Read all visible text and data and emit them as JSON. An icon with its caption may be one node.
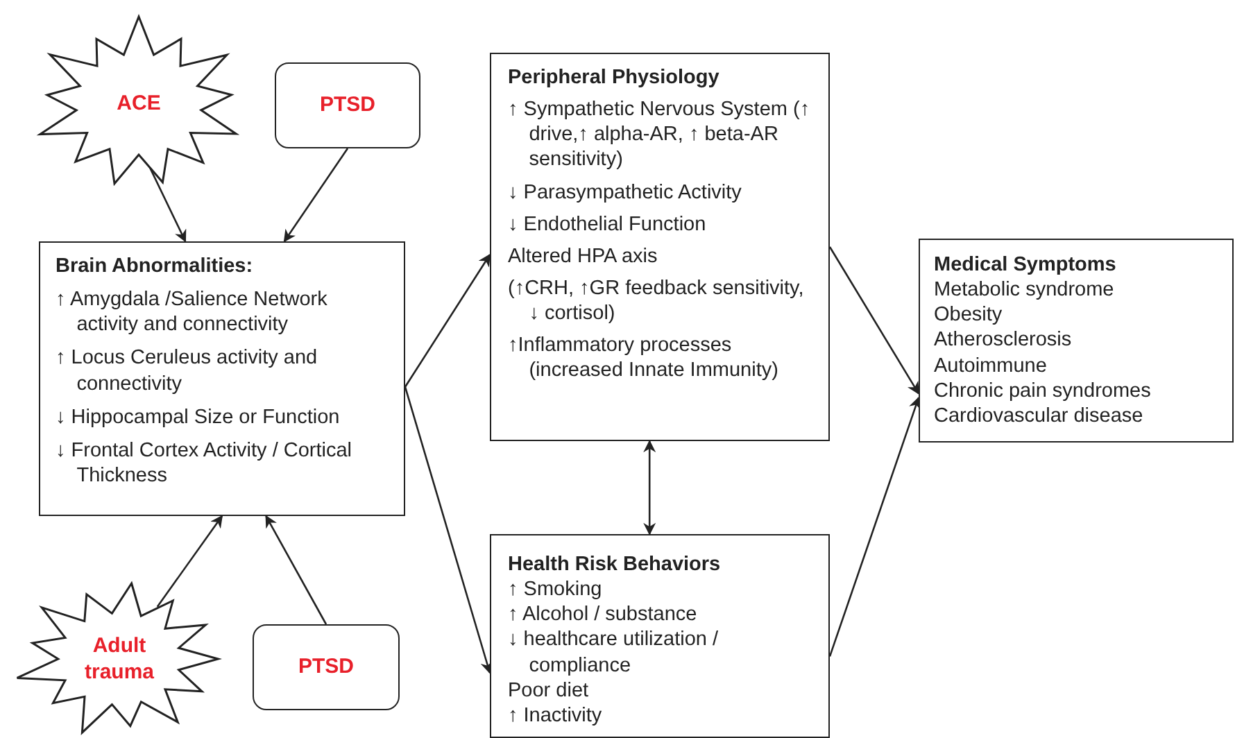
{
  "diagram": {
    "nodes": [
      {
        "text": [
          "ACE"
        ]
      },
      {
        "text": [
          "PTSD"
        ]
      },
      {
        "text": [
          "Brain Abnormalities:",
          "↑ Amygdala /Salience Network activity and connectivity",
          "↑ Locus Ceruleus activity and connectivity",
          "↓ Hippocampal Size or Function",
          "↓ Frontal Cortex Activity / Cortical Thickness"
        ]
      },
      {
        "text": [
          "Adult trauma"
        ]
      },
      {
        "text": [
          "PTSD"
        ]
      },
      {
        "text": [
          "Peripheral Physiology",
          "↑ Sympathetic Nervous System (↑ drive,↑ alpha-AR, ↑ beta-AR sensitivity)",
          "↓ Parasympathetic Activity",
          "↓ Endothelial Function",
          "Altered HPA axis",
          "(↑CRH, ↑GR feedback sensitivity, ↓ cortisol)",
          "↑Inflammatory processes (increased Innate Immunity)"
        ]
      },
      {
        "text": [
          "Health Risk Behaviors",
          "↑ Smoking",
          "↑ Alcohol / substance",
          "↓ healthcare utilization / compliance",
          "Poor diet",
          "↑ Inactivity"
        ]
      },
      {
        "text": [
          "Medical Symptoms",
          "Metabolic syndrome",
          "Obesity",
          "Atherosclerosis",
          "Autoimmune",
          "Chronic pain syndromes",
          "Cardiovascular disease"
        ]
      }
    ],
    "edges": [
      {
        "from": 0,
        "to": 2,
        "arrow": "to"
      },
      {
        "from": 1,
        "to": 2,
        "arrow": "to"
      },
      {
        "from": 3,
        "to": 2,
        "arrow": "to"
      },
      {
        "from": 4,
        "to": 2,
        "arrow": "to"
      },
      {
        "from": 2,
        "to": 5,
        "arrow": "to"
      },
      {
        "from": 2,
        "to": 6,
        "arrow": "to"
      },
      {
        "from": 5,
        "to": 6,
        "arrow": "both"
      },
      {
        "from": 5,
        "to": 7,
        "arrow": "to"
      },
      {
        "from": 6,
        "to": 7,
        "arrow": "to"
      }
    ]
  }
}
